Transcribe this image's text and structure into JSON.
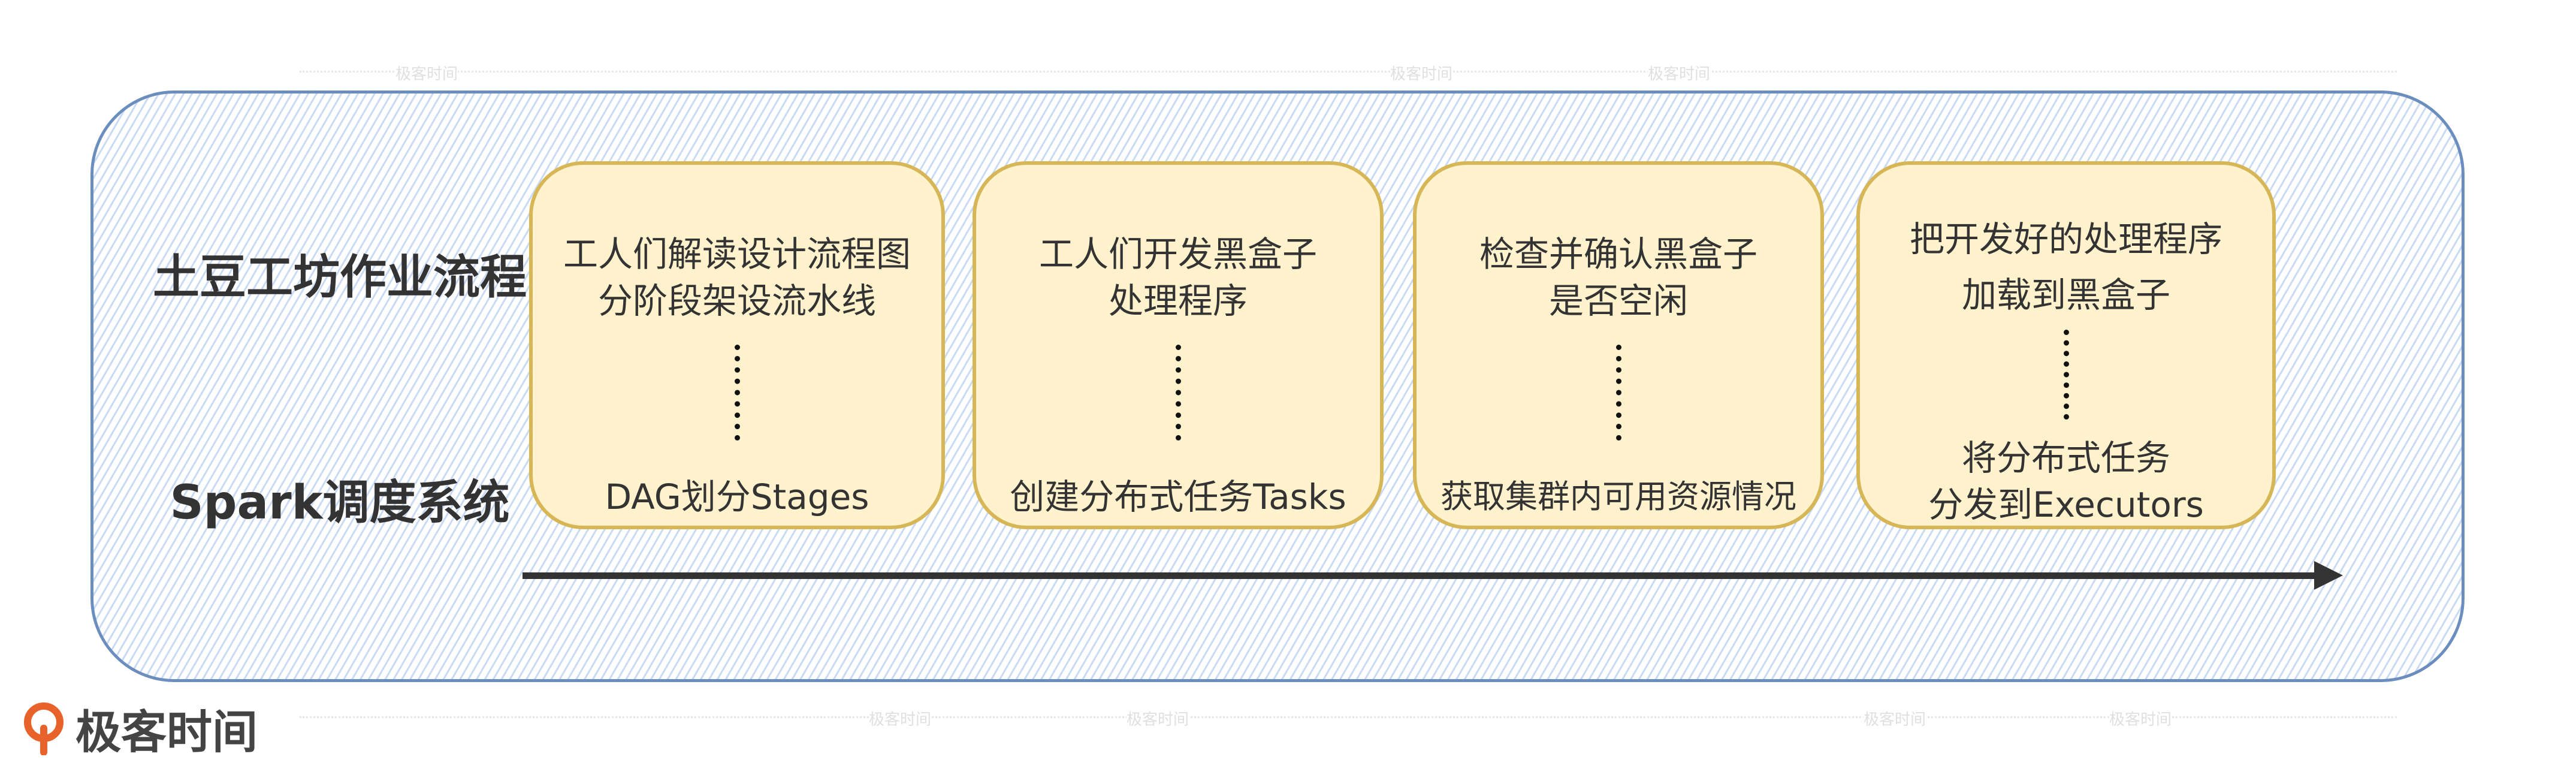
{
  "watermark": "极客时间",
  "rows": {
    "top_label": "土豆工坊作业流程",
    "bottom_label": "Spark调度系统"
  },
  "cards": [
    {
      "top": [
        "工人们解读设计流程图",
        "分阶段架设流水线"
      ],
      "bottom": [
        "DAG划分Stages"
      ]
    },
    {
      "top": [
        "工人们开发黑盒子",
        "处理程序"
      ],
      "bottom": [
        "创建分布式任务Tasks"
      ]
    },
    {
      "top": [
        "检查并确认黑盒子",
        "是否空闲"
      ],
      "bottom": [
        "获取集群内可用资源情况"
      ]
    },
    {
      "top": [
        "把开发好的处理程序",
        "加载到黑盒子"
      ],
      "bottom": [
        "将分布式任务",
        "分发到Executors"
      ]
    }
  ],
  "logo": {
    "text": "极客时间"
  },
  "colors": {
    "outer_border": "#6c8ebf",
    "card_fill": "#fff2cc",
    "card_border": "#d6b656",
    "logo_orange": "#e8622b"
  }
}
